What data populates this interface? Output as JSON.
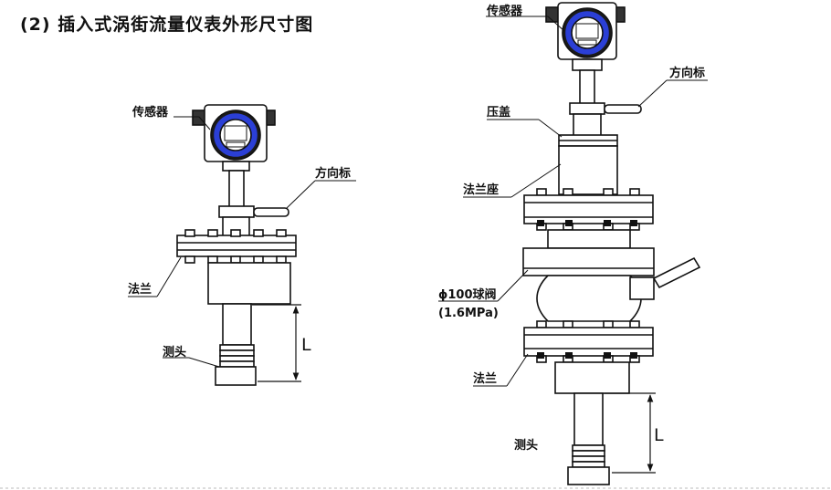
{
  "title": "(2) 插入式涡街流量仪表外形尺寸图",
  "left_figure": {
    "labels": {
      "sensor": "传感器",
      "direction_mark": "方向标",
      "flange": "法兰",
      "probe": "测头",
      "length": "L"
    }
  },
  "right_figure": {
    "labels": {
      "sensor": "传感器",
      "direction_mark": "方向标",
      "gland": "压盖",
      "flange_seat": "法兰座",
      "ball_valve": "ϕ100球阀",
      "pressure": "(1.6MPa)",
      "flange": "法兰",
      "probe": "测头",
      "length": "L"
    }
  },
  "colors": {
    "display_ring": "#2b3fd6",
    "line": "#111111"
  }
}
